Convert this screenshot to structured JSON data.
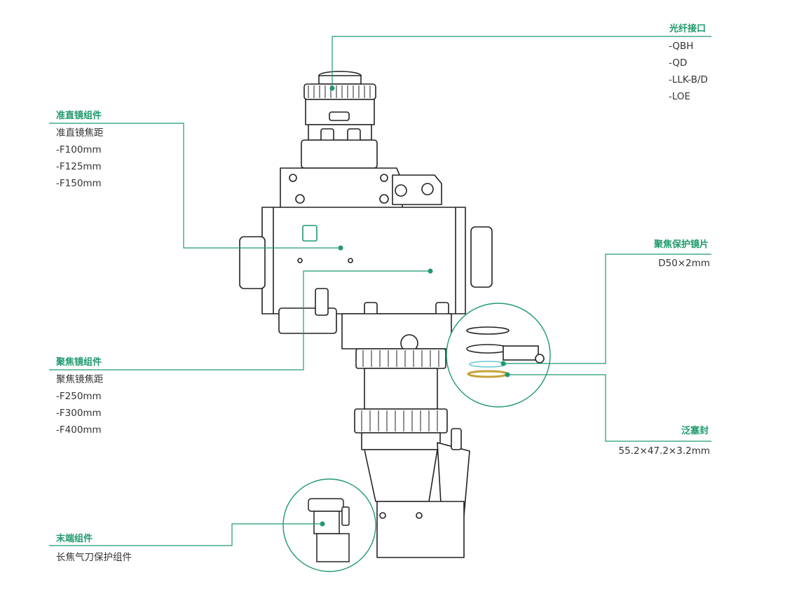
{
  "colors": {
    "accent": "#1f9a6c",
    "stroke": "#222222",
    "text": "#333333"
  },
  "callouts": {
    "fiber_interface": {
      "title": "光纤接口",
      "items": [
        "-QBH",
        "-QD",
        "-LLK-B/D",
        "-LOE"
      ]
    },
    "collimator": {
      "title": "准直镜组件",
      "items": [
        "准直镜焦距",
        "-F100mm",
        "-F125mm",
        "-F150mm"
      ]
    },
    "focus_lens": {
      "title": "聚焦镜组件",
      "items": [
        "聚焦镜焦距",
        "-F250mm",
        "-F300mm",
        "-F400mm"
      ]
    },
    "protective_lens": {
      "title": "聚焦保护镜片",
      "items": [
        "D50×2mm"
      ]
    },
    "seal": {
      "title": "泛塞封",
      "items": [
        "55.2×47.2×3.2mm"
      ]
    },
    "end_assembly": {
      "title": "末端组件",
      "items": [
        "长焦气刀保护组件"
      ]
    }
  }
}
